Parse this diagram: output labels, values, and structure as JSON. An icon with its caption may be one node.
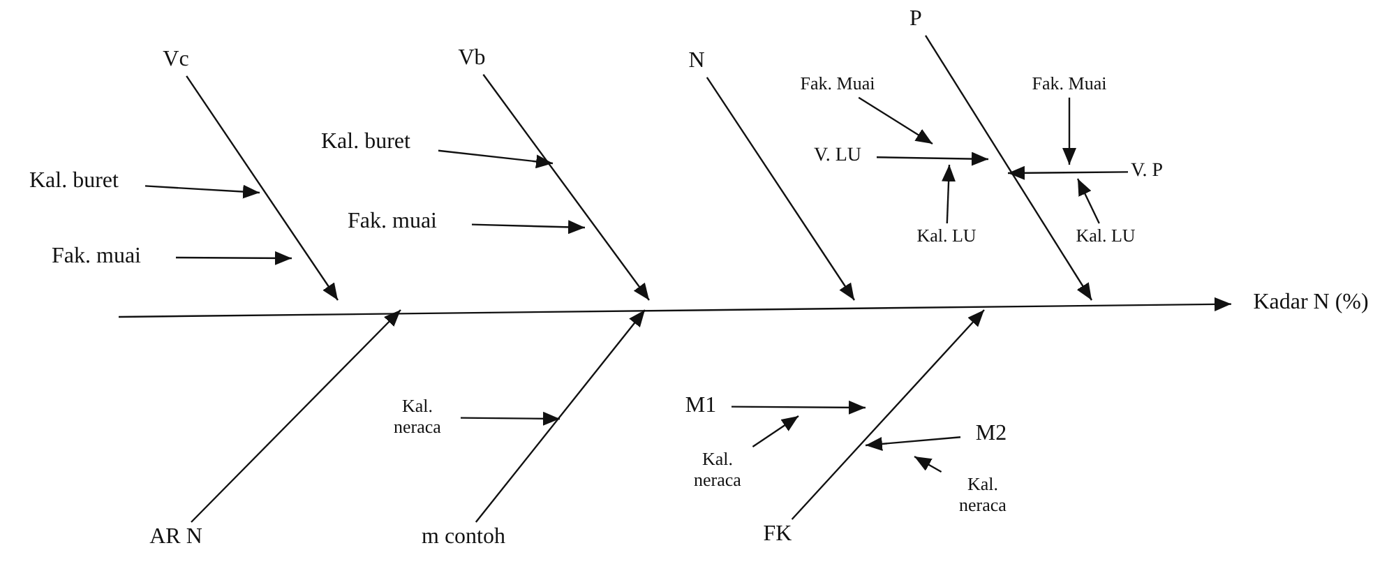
{
  "diagram": {
    "nodes": [
      {
        "text": [
          "Vc"
        ]
      },
      {
        "text": [
          "Vb"
        ]
      },
      {
        "text": [
          "N"
        ]
      },
      {
        "text": [
          "P"
        ]
      },
      {
        "text": [
          "Kal. buret"
        ]
      },
      {
        "text": [
          "Fak. muai"
        ]
      },
      {
        "text": [
          "Kal. buret"
        ]
      },
      {
        "text": [
          "Fak. muai"
        ]
      },
      {
        "text": [
          "Fak. Muai"
        ]
      },
      {
        "text": [
          "Fak. Muai"
        ]
      },
      {
        "text": [
          "V. LU"
        ]
      },
      {
        "text": [
          "V. P"
        ]
      },
      {
        "text": [
          "Kal. LU"
        ]
      },
      {
        "text": [
          "Kal. LU"
        ]
      },
      {
        "text": [
          "Kadar N (%)"
        ]
      },
      {
        "text": [
          "Kal. neraca"
        ]
      },
      {
        "text": [
          "M1"
        ]
      },
      {
        "text": [
          "M2"
        ]
      },
      {
        "text": [
          "Kal. neraca"
        ]
      },
      {
        "text": [
          "Kal. neraca"
        ]
      },
      {
        "text": [
          "AR N"
        ]
      },
      {
        "text": [
          "m contoh"
        ]
      },
      {
        "text": [
          "FK"
        ]
      }
    ],
    "edges": [
      {
        "from": null,
        "to": 14,
        "arrow": "to"
      },
      {
        "from": 0,
        "to": null,
        "arrow": "to"
      },
      {
        "from": 1,
        "to": null,
        "arrow": "to"
      },
      {
        "from": 2,
        "to": null,
        "arrow": "to"
      },
      {
        "from": 3,
        "to": null,
        "arrow": "to"
      },
      {
        "from": 20,
        "to": null,
        "arrow": "to"
      },
      {
        "from": 21,
        "to": null,
        "arrow": "to"
      },
      {
        "from": 22,
        "to": null,
        "arrow": "to"
      },
      {
        "from": 4,
        "to": null,
        "arrow": "to"
      },
      {
        "from": 5,
        "to": null,
        "arrow": "to"
      },
      {
        "from": 6,
        "to": null,
        "arrow": "to"
      },
      {
        "from": 7,
        "to": null,
        "arrow": "to"
      },
      {
        "from": 8,
        "to": null,
        "arrow": "to"
      },
      {
        "from": 10,
        "to": null,
        "arrow": "to"
      },
      {
        "from": 12,
        "to": null,
        "arrow": "to"
      },
      {
        "from": 9,
        "to": null,
        "arrow": "to"
      },
      {
        "from": 11,
        "to": null,
        "arrow": "to"
      },
      {
        "from": 13,
        "to": null,
        "arrow": "to"
      },
      {
        "from": 15,
        "to": null,
        "arrow": "to"
      },
      {
        "from": 16,
        "to": null,
        "arrow": "to"
      },
      {
        "from": 18,
        "to": null,
        "arrow": "to"
      },
      {
        "from": 17,
        "to": null,
        "arrow": "to"
      },
      {
        "from": 19,
        "to": null,
        "arrow": "to"
      }
    ]
  }
}
